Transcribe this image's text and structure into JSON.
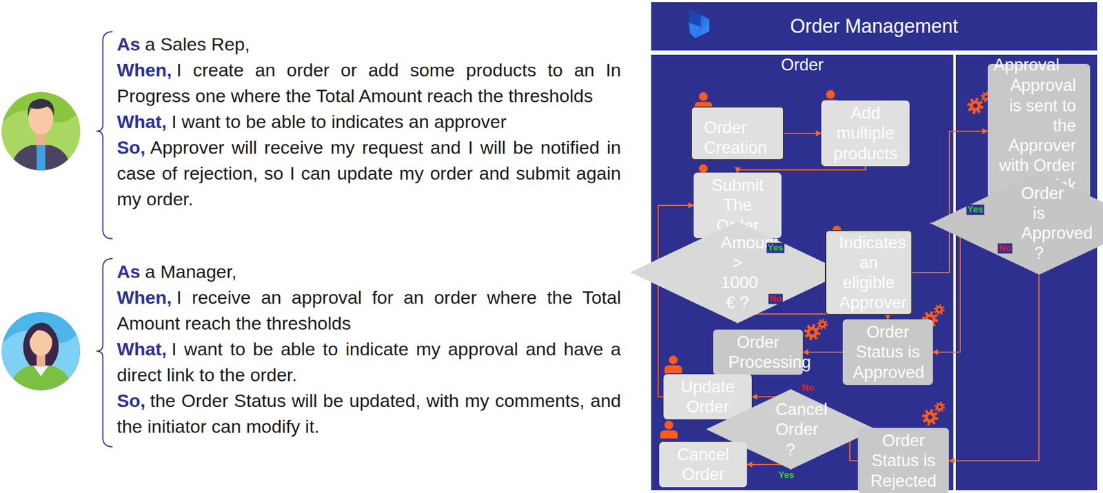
{
  "diagram": {
    "title": "Order Management",
    "nodes": [
      {
        "text": [
          "Order"
        ]
      },
      {
        "text": [
          "Order Creation"
        ],
        "in": 0
      },
      {
        "text": [
          "Add multiple products"
        ],
        "in": 0
      },
      {
        "text": [
          "Submit The Order"
        ],
        "in": 0
      },
      {
        "text": [
          "Amount > 1000 € ?"
        ],
        "in": 0
      },
      {
        "text": [
          "Indicates an eligible Approver"
        ],
        "in": 0
      },
      {
        "text": [
          "Order Processing"
        ],
        "in": 0
      },
      {
        "text": [
          "Order Status is Approved"
        ],
        "in": 0
      },
      {
        "text": [
          "Update Order"
        ],
        "in": 0
      },
      {
        "text": [
          "Cancel Order ?"
        ],
        "in": 0
      },
      {
        "text": [
          "Cancel Order"
        ],
        "in": 0
      },
      {
        "text": [
          "Order Status is Rejected"
        ],
        "in": 0
      },
      {
        "text": [
          "Approval"
        ]
      },
      {
        "text": [
          "Approval is sent to the Approver with Order Link"
        ],
        "in": 12
      },
      {
        "text": [
          "Order is Approved ?"
        ],
        "in": 12
      }
    ],
    "edges": [
      {
        "from": 1,
        "to": 2,
        "arrow": "to"
      },
      {
        "from": 2,
        "to": 3,
        "arrow": "to"
      },
      {
        "from": 3,
        "to": 4,
        "arrow": "to"
      },
      {
        "from": 4,
        "to": 5,
        "label": "Yes",
        "arrow": "to"
      },
      {
        "from": 4,
        "to": 7,
        "label": "No",
        "arrow": "to"
      },
      {
        "from": 5,
        "to": 13,
        "arrow": "to"
      },
      {
        "from": 13,
        "to": 14,
        "arrow": "to"
      },
      {
        "from": 14,
        "to": 7,
        "label": "Yes",
        "arrow": "to"
      },
      {
        "from": 14,
        "to": 11,
        "label": "No",
        "arrow": "to"
      },
      {
        "from": 7,
        "to": 6,
        "arrow": "to"
      },
      {
        "from": 11,
        "to": 9,
        "arrow": "to"
      },
      {
        "from": 9,
        "to": 8,
        "label": "No",
        "arrow": "to"
      },
      {
        "from": 9,
        "to": 10,
        "label": "Yes",
        "arrow": "to"
      },
      {
        "from": 8,
        "to": 3,
        "arrow": "to"
      }
    ],
    "labels": [
      "As",
      "a Sales Rep,",
      "When,",
      "I create an order or add some products to an In Progress one where the Total Amount reach the thresholds",
      "What,",
      "I want to be able to indicates an approver",
      "So,",
      "Approver will receive my request and I will be notified in case of rejection, so I can update my order and submit again my order.",
      "As",
      "a Manager,",
      "When,",
      "I receive an approval for an order where the Total Amount reach the thresholds",
      "What,",
      "I want to be able to indicate my approval and have a direct link to the order.",
      "So,",
      "the Order Status will be updated, with my comments, and the initiator can modify it."
    ]
  }
}
